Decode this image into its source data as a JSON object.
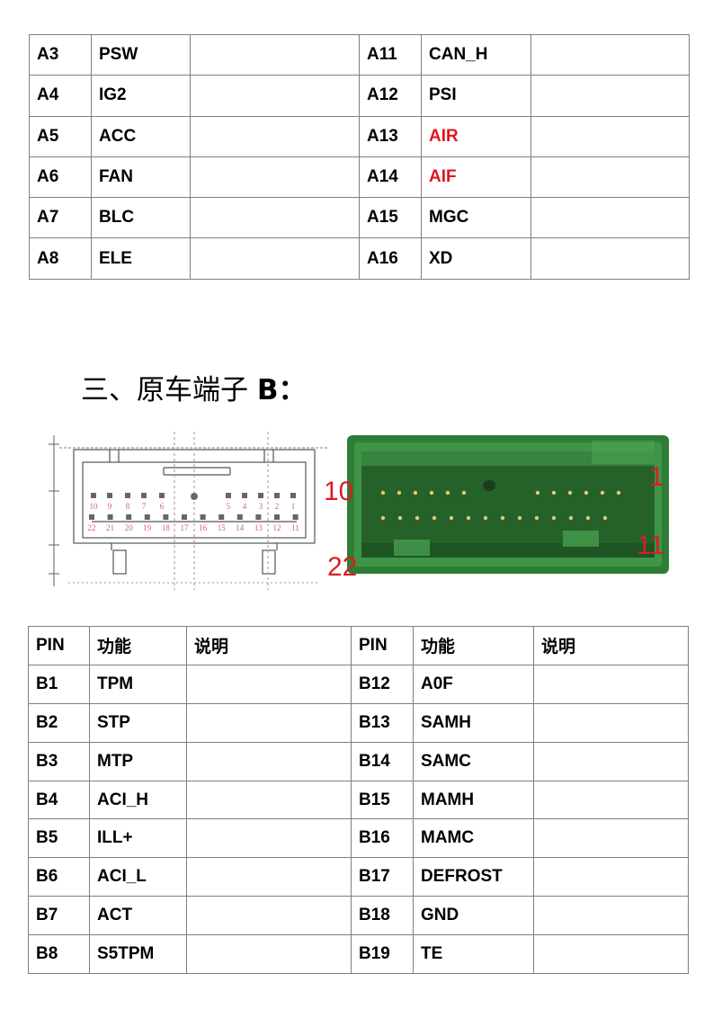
{
  "table_a": {
    "rows": [
      [
        "A3",
        "PSW",
        "",
        "A11",
        "CAN_H",
        ""
      ],
      [
        "A4",
        "IG2",
        "",
        "A12",
        "PSI",
        ""
      ],
      [
        "A5",
        "ACC",
        "",
        "A13",
        "AIR",
        ""
      ],
      [
        "A6",
        "FAN",
        "",
        "A14",
        "AIF",
        ""
      ],
      [
        "A7",
        "BLC",
        "",
        "A15",
        "MGC",
        ""
      ],
      [
        "A8",
        "ELE",
        "",
        "A16",
        "XD",
        ""
      ]
    ]
  },
  "section_heading": {
    "text": "三、原车端子",
    "letter": "B",
    "colon": "："
  },
  "connector_figure": {
    "drawing_top_numbers": [
      "10",
      "9",
      "8",
      "7",
      "6",
      "5",
      "4",
      "3",
      "2",
      "1"
    ],
    "drawing_bottom_numbers": [
      "22",
      "21",
      "20",
      "19",
      "18",
      "17",
      "16",
      "15",
      "14",
      "13",
      "12",
      "11"
    ],
    "photo_labels": [
      "10",
      "1",
      "22",
      "11"
    ]
  },
  "table_b": {
    "header": [
      "PIN",
      "功能",
      "说明",
      "PIN",
      "功能",
      "说明"
    ],
    "rows": [
      [
        "B1",
        "TPM",
        "",
        "B12",
        "A0F",
        ""
      ],
      [
        "B2",
        "STP",
        "",
        "B13",
        "SAMH",
        ""
      ],
      [
        "B3",
        "MTP",
        "",
        "B14",
        "SAMC",
        ""
      ],
      [
        "B4",
        "ACI_H",
        "",
        "B15",
        "MAMH",
        ""
      ],
      [
        "B5",
        "ILL+",
        "",
        "B16",
        "MAMC",
        ""
      ],
      [
        "B6",
        "ACI_L",
        "",
        "B17",
        "DEFROST",
        ""
      ],
      [
        "B7",
        "ACT",
        "",
        "B18",
        "GND",
        ""
      ],
      [
        "B8",
        "S5TPM",
        "",
        "B19",
        "TE",
        ""
      ]
    ]
  },
  "colors": {
    "highlight": "#e0161d",
    "border": "#7f7f7f",
    "connector_green": "#2f7d35"
  }
}
